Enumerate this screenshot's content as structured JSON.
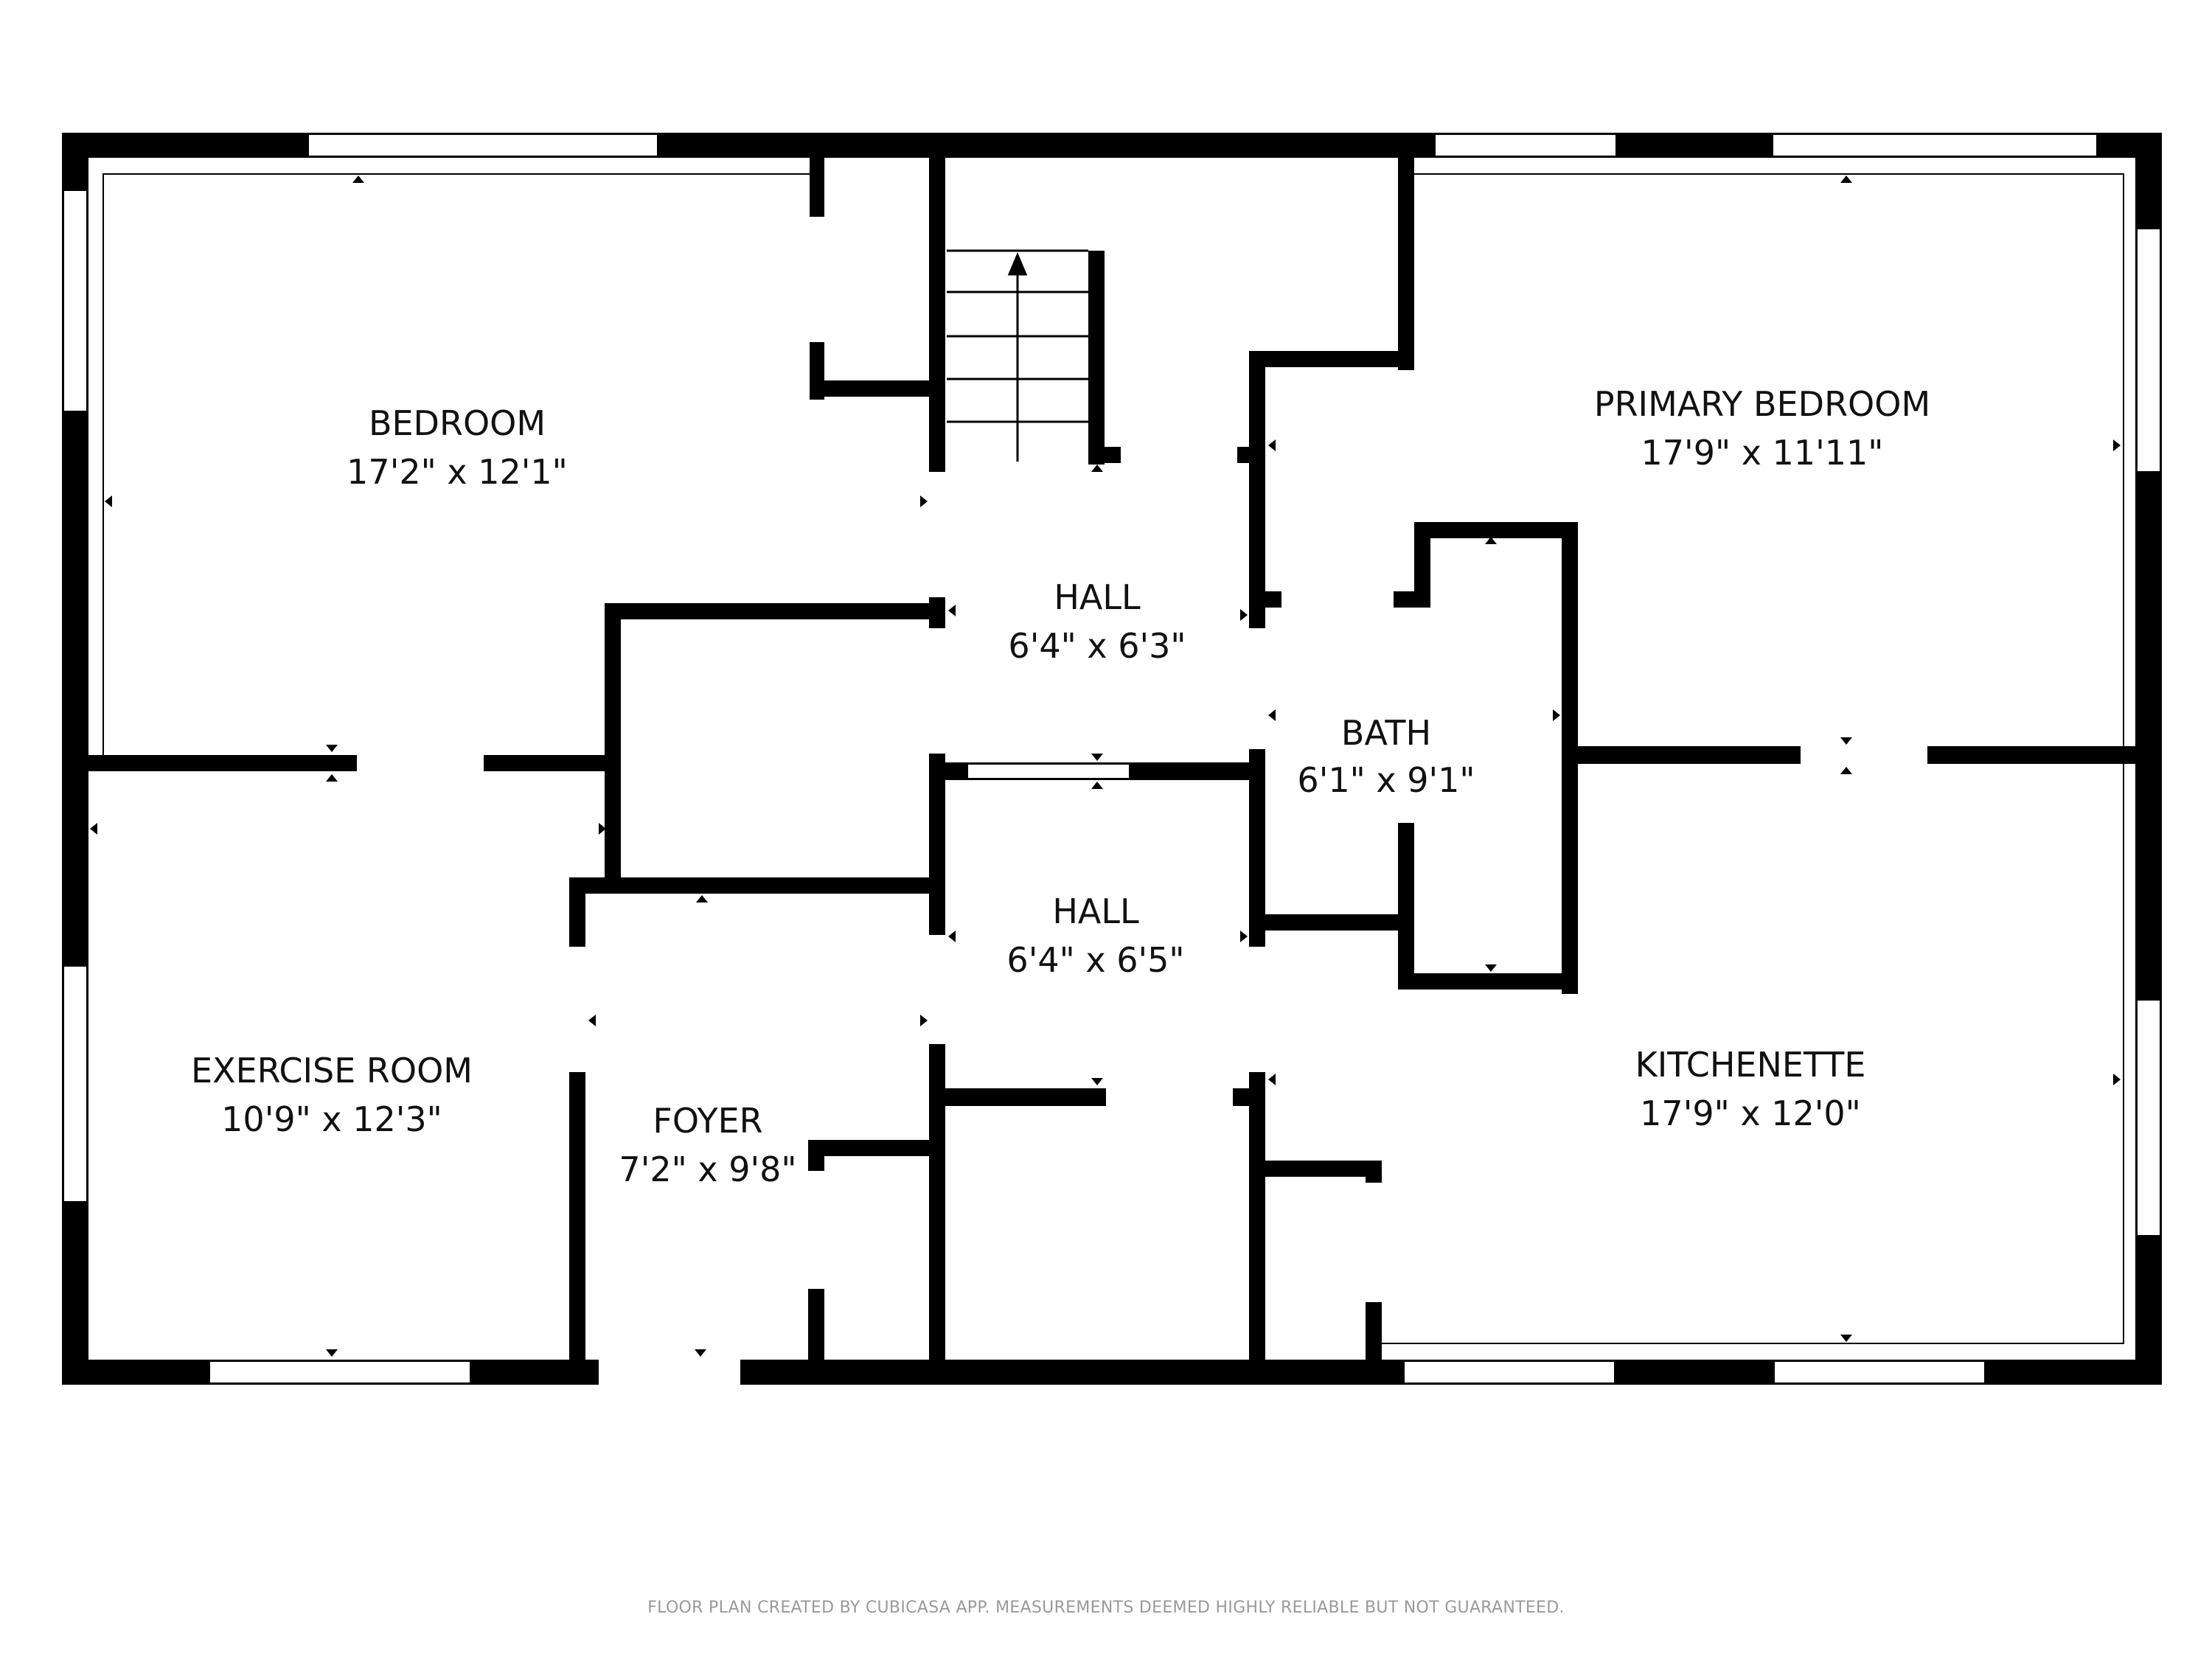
{
  "floor_plan": {
    "rooms": [
      {
        "name": "BEDROOM",
        "dimensions": "17'2\" x 12'1\""
      },
      {
        "name": "PRIMARY BEDROOM",
        "dimensions": "17'9\" x 11'11\""
      },
      {
        "name": "HALL",
        "dimensions": "6'4\" x 6'3\""
      },
      {
        "name": "BATH",
        "dimensions": "6'1\" x 9'1\""
      },
      {
        "name": "HALL",
        "dimensions": "6'4\" x 6'5\""
      },
      {
        "name": "EXERCISE ROOM",
        "dimensions": "10'9\" x 12'3\""
      },
      {
        "name": "FOYER",
        "dimensions": "7'2\" x 9'8\""
      },
      {
        "name": "KITCHENETTE",
        "dimensions": "17'9\" x 12'0\""
      }
    ],
    "icons": {
      "stairs": "stairs-up-arrow",
      "dimension_marker": "triangle-marker"
    }
  },
  "footer": {
    "disclaimer": "FLOOR PLAN CREATED BY CUBICASA APP. MEASUREMENTS DEEMED HIGHLY RELIABLE BUT NOT GUARANTEED."
  },
  "colors": {
    "wall": "#000000",
    "background": "#ffffff",
    "footer_text": "#9a9a9a"
  }
}
